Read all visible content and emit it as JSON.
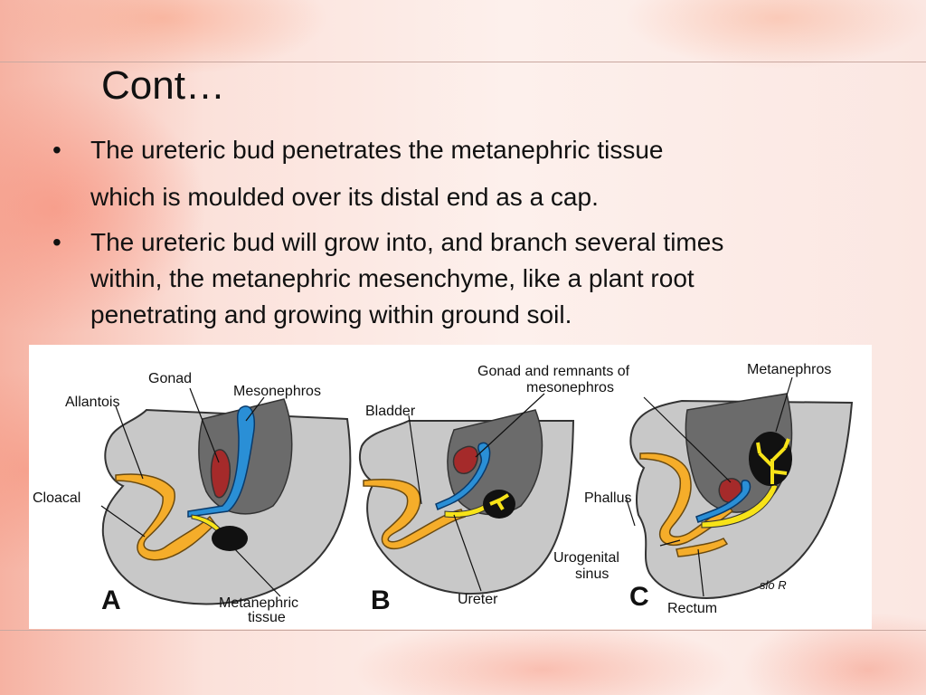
{
  "slide": {
    "title": "Cont…",
    "bullet_marker": "•",
    "bullets": [
      {
        "line1": "The ureteric bud penetrates the metanephric tissue",
        "line2": "which is moulded over its distal end as a cap."
      },
      {
        "line1": "The ureteric bud will grow into, and branch several times",
        "line2": "within, the metanephric mesenchyme, like a plant root",
        "line3": "penetrating and growing within ground soil."
      }
    ]
  },
  "figure": {
    "panel_letters": [
      "A",
      "B",
      "C"
    ],
    "labels": {
      "gonad": "Gonad",
      "mesonephros": "Mesonephros",
      "allantois": "Allantois",
      "cloacal": "Cloacal",
      "metanephric_line1": "Metanephric",
      "metanephric_line2": "tissue",
      "bladder": "Bladder",
      "gonad_remnants_line1": "Gonad and remnants of",
      "gonad_remnants_line2": "mesonephros",
      "ureter": "Ureter",
      "metanephros": "Metanephros",
      "phallus": "Phallus",
      "urogenital_line1": "Urogenital",
      "urogenital_line2": "sinus",
      "rectum": "Rectum",
      "signature": "slo R"
    },
    "colors": {
      "orange": "#f5ad2a",
      "blue": "#2a8fd6",
      "red": "#a52a2a",
      "yellow": "#f7e318",
      "black": "#111111",
      "gray": "#c8c8c8"
    }
  }
}
